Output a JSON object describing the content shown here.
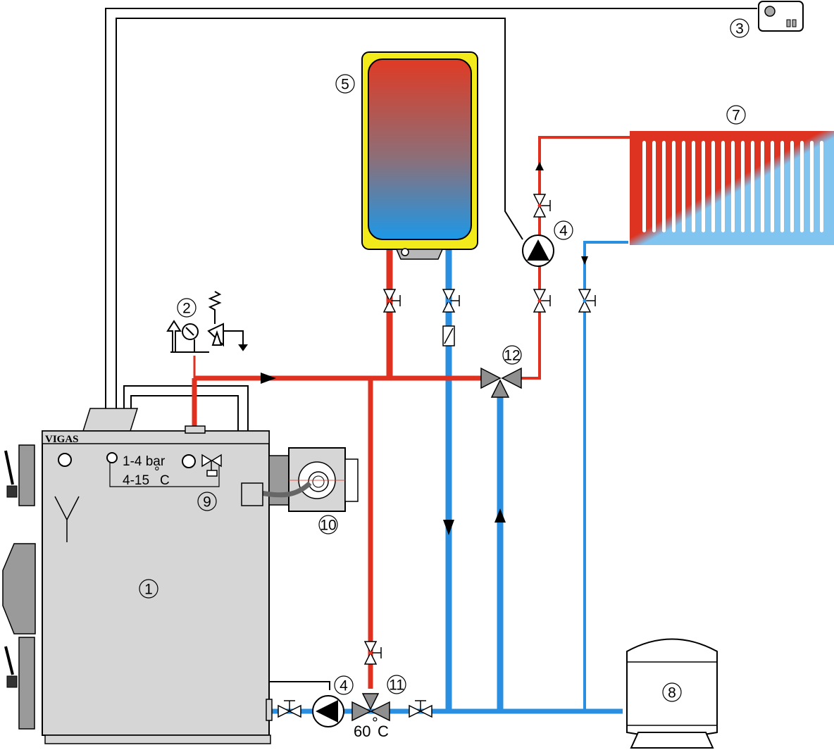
{
  "brand": "VIGAS",
  "boiler": {
    "pressure_text": "1-4 bar",
    "temp_text": "4-15",
    "temp_unit": "C"
  },
  "mixing_valve_temp": "60",
  "mixing_valve_unit": "C",
  "markers": {
    "boiler": "1",
    "safety_group": "2",
    "thermostat": "3",
    "pump_top": "4",
    "pump_bottom": "4",
    "water_heater": "5",
    "radiator": "7",
    "expansion_tank": "8",
    "thermal_valve": "9",
    "burner": "10",
    "valve_11": "11",
    "valve_12": "12"
  },
  "colors": {
    "hot_pipe": "#e03020",
    "cold_pipe": "#2a8fe0",
    "boiler_body": "#d6d6d6",
    "tank_shell": "#f2ea1a",
    "radiator_cold": "#80c4f0"
  }
}
